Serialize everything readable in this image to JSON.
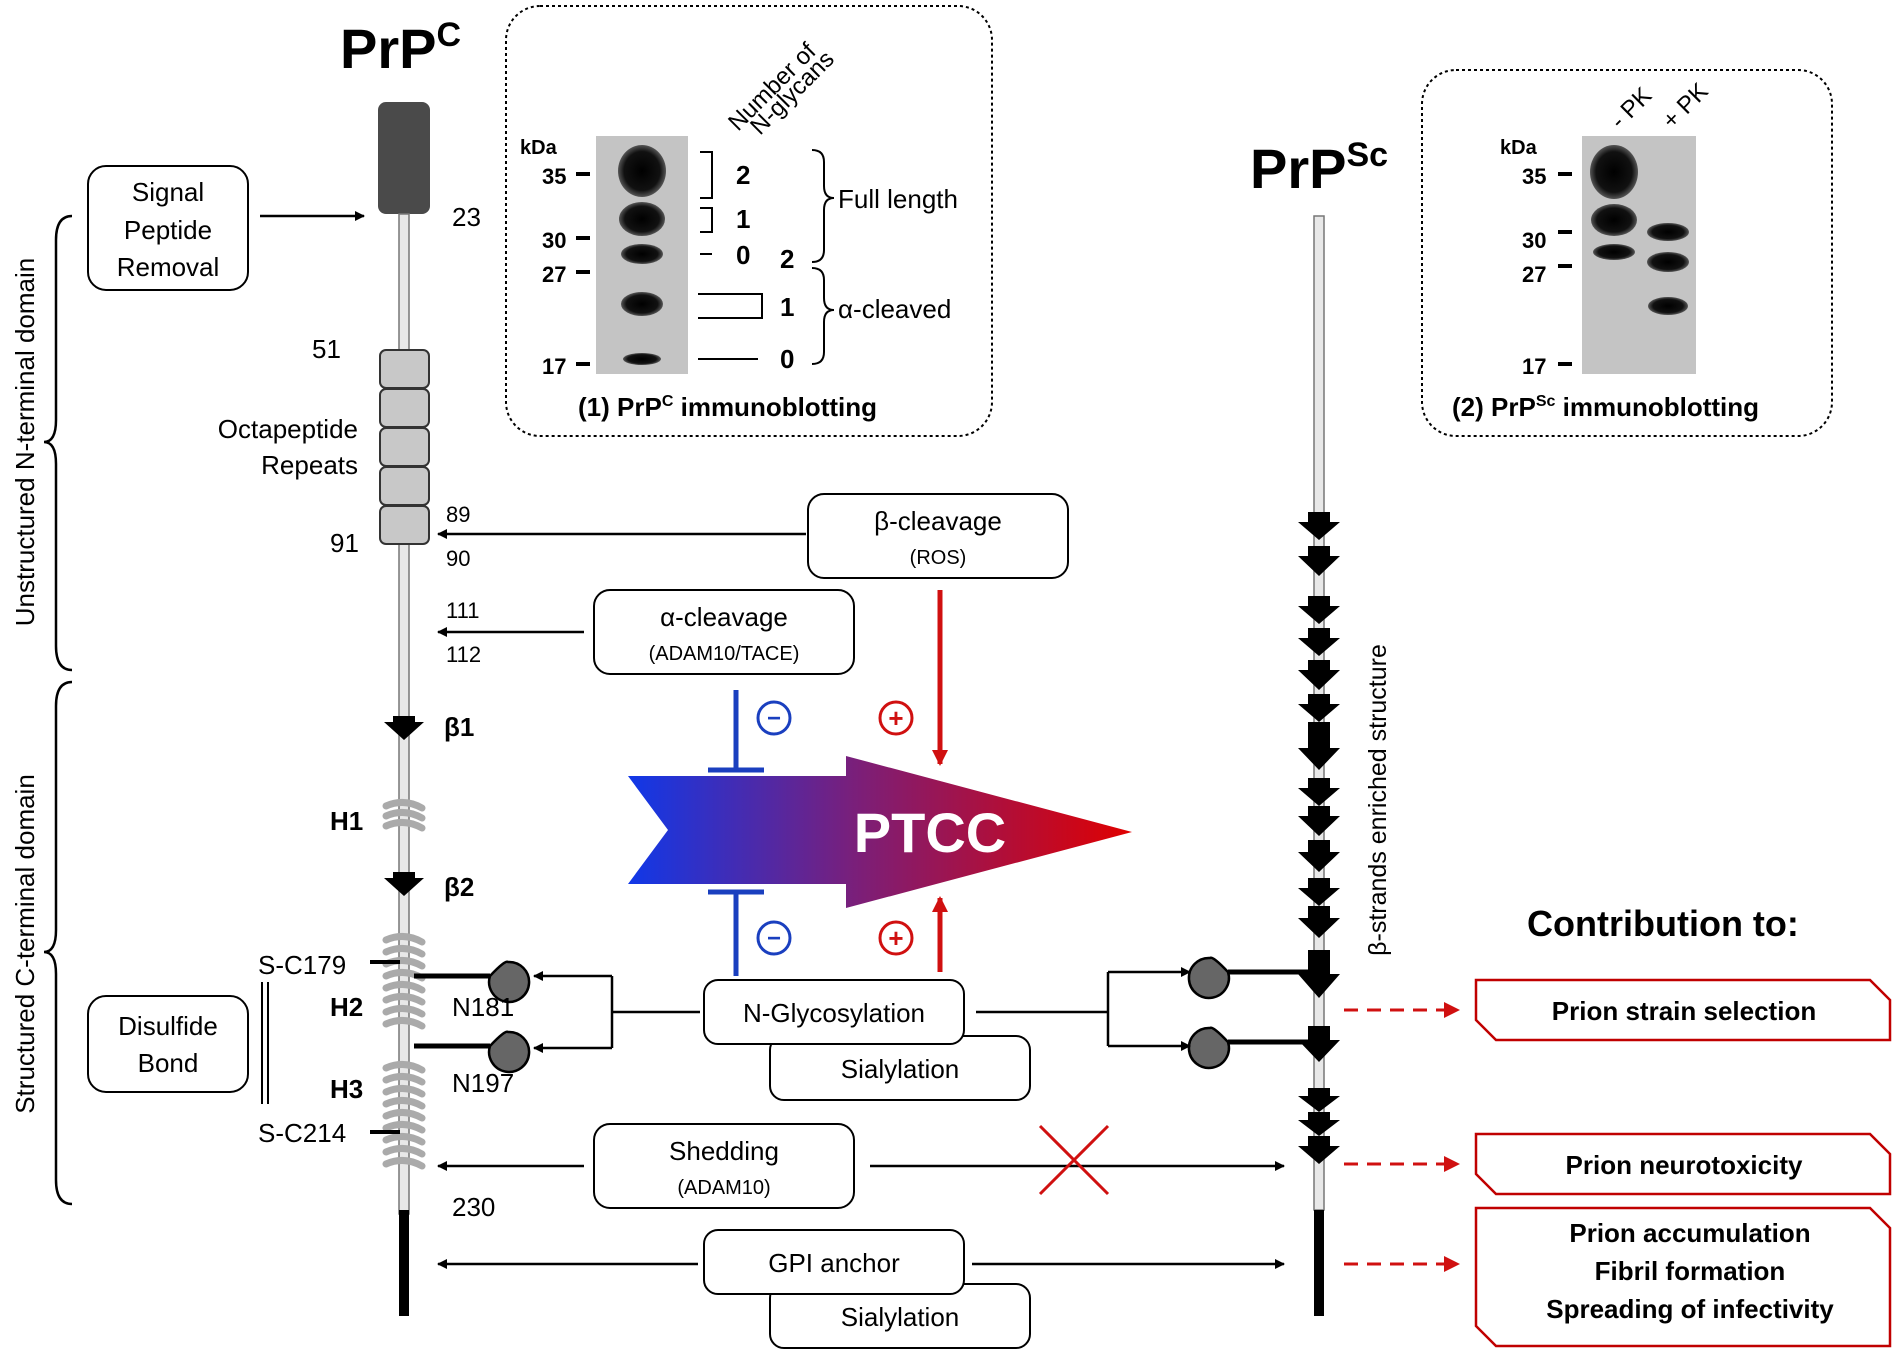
{
  "prpc": {
    "title": "PrP",
    "sup": "C"
  },
  "prpsc": {
    "title": "PrP",
    "sup": "Sc"
  },
  "domains": {
    "n_terminal": "Unstructured N-terminal domain",
    "c_terminal": "Structured C-terminal domain"
  },
  "signal": {
    "line1": "Signal",
    "line2": "Peptide",
    "line3": "Removal"
  },
  "residues": {
    "r23": "23",
    "r51": "51",
    "r91": "91",
    "r89": "89",
    "r90": "90",
    "r111": "111",
    "r112": "112",
    "r230": "230",
    "c179": "S-C179",
    "c214": "S-C214",
    "n181": "N181",
    "n197": "N197"
  },
  "octa": {
    "line1": "Octapeptide",
    "line2": "Repeats"
  },
  "structure": {
    "b1": "β1",
    "h1": "H1",
    "b2": "β2",
    "h2": "H2",
    "h3": "H3"
  },
  "disulfide": {
    "line1": "Disulfide",
    "line2": "Bond"
  },
  "boxes": {
    "beta_title": "β-cleavage",
    "beta_sub": "(ROS)",
    "alpha_title": "α-cleavage",
    "alpha_sub": "(ADAM10/TACE)",
    "nglyc": "N-Glycosylation",
    "sialylation1": "Sialylation",
    "shed_title": "Shedding",
    "shed_sub": "(ADAM10)",
    "gpi": "GPI anchor",
    "sialylation2": "Sialylation"
  },
  "ptcc": "PTCC",
  "signs": {
    "minus": "−",
    "plus": "+"
  },
  "sc_label": "β-strands enriched structure",
  "blot1": {
    "caption": "(1) PrP",
    "caption_sup": "C",
    "caption_tail": " immunoblotting",
    "kda": "kDa",
    "markers": [
      "35",
      "30",
      "27",
      "17"
    ],
    "header_line1": "Number of",
    "header_line2": "N-glycans",
    "glycan_numbers": [
      "2",
      "1",
      "0",
      "2",
      "1",
      "0"
    ],
    "full_length": "Full length",
    "alpha_cleaved": "α-cleaved"
  },
  "blot2": {
    "caption": "(2) PrP",
    "caption_sup": "Sc",
    "caption_tail": " immunoblotting",
    "kda": "kDa",
    "markers": [
      "35",
      "30",
      "27",
      "17"
    ],
    "lane_minus": "- PK",
    "lane_plus": "+ PK"
  },
  "contribution": {
    "title": "Contribution to:",
    "c1": "Prion strain selection",
    "c2": "Prion neurotoxicity",
    "c3a": "Prion accumulation",
    "c3b": "Fibril formation",
    "c3c": "Spreading of infectivity"
  },
  "colors": {
    "blue": "#1a3fbf",
    "red": "#d01010",
    "dark_red": "#c00000"
  }
}
